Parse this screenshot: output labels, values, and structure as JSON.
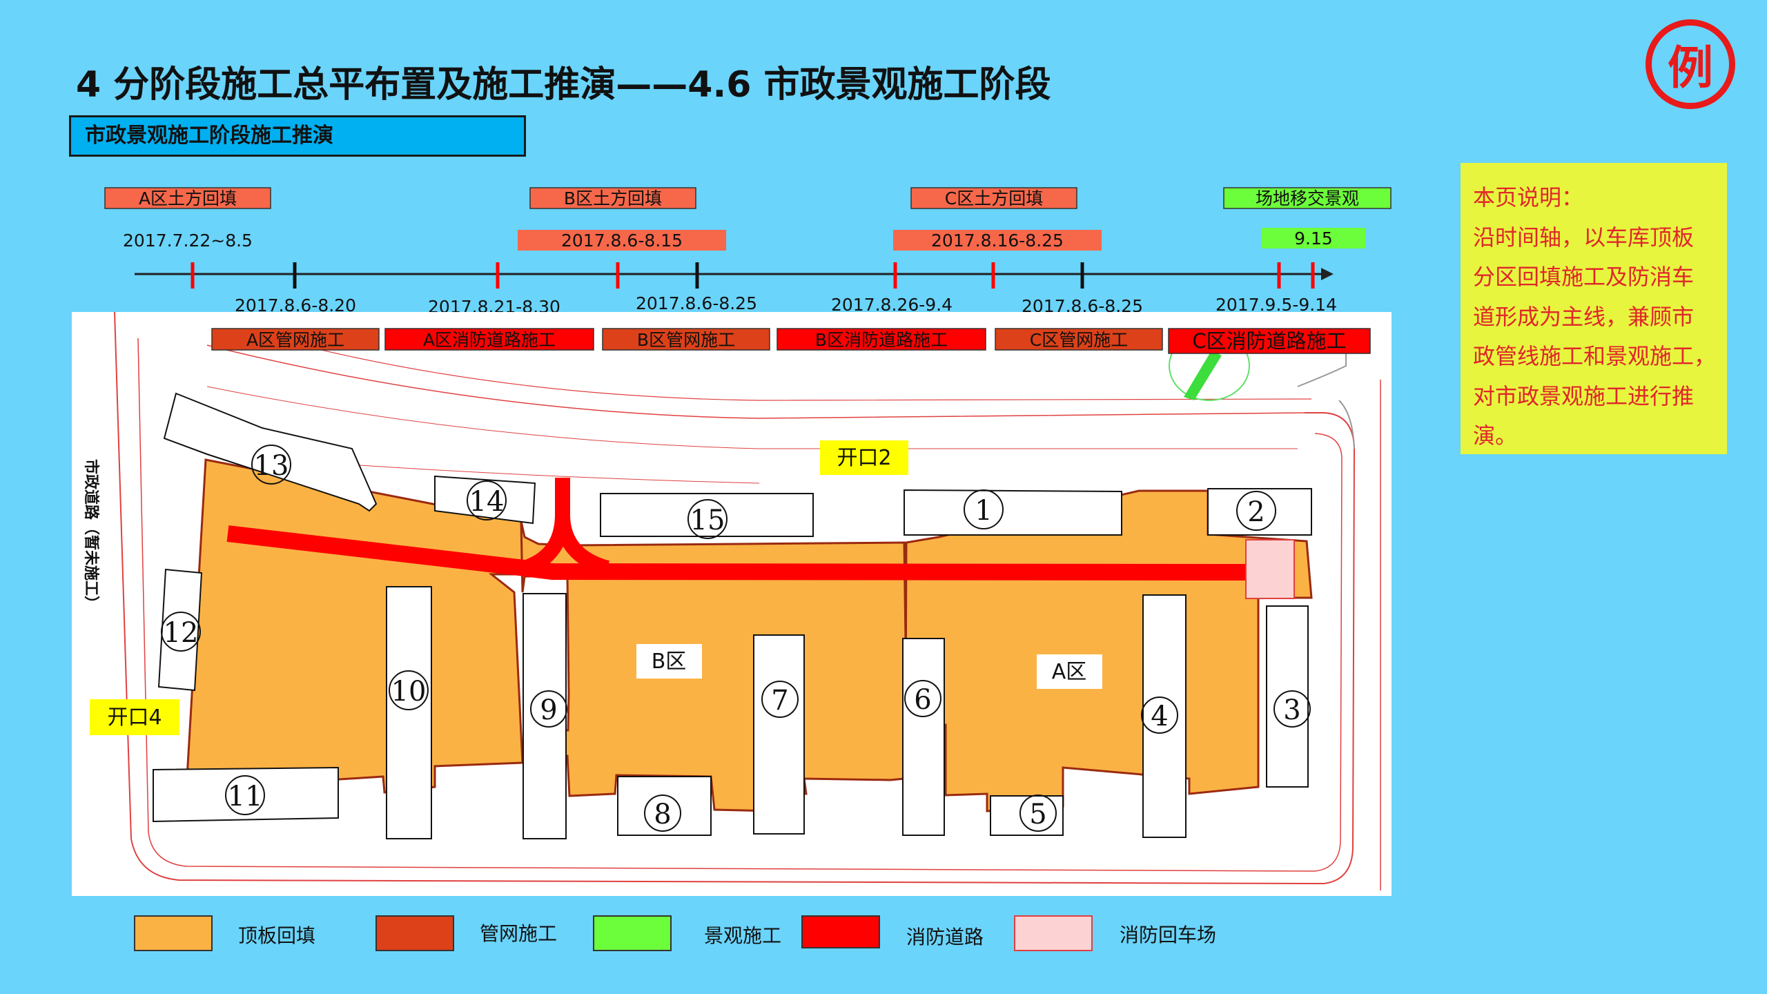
{
  "title": "4 分阶段施工总平布置及施工推演——4.6 市政景观施工阶段",
  "subtitle": "市政景观施工阶段施工推演",
  "badge": "例",
  "note": {
    "lines": [
      "本页说明：",
      "沿时间轴，以车库顶板",
      "分区回填施工及防消车",
      "道形成为主线，兼顾市",
      "政管线施工和景观施工，",
      "对市政景观施工进行推",
      "演。"
    ]
  },
  "timeline": {
    "top_labels": {
      "a_fill": "A区土方回填",
      "b_fill": "B区土方回填",
      "c_fill": "C区土方回填",
      "landscape": "场地移交景观"
    },
    "top_dates": {
      "a_fill": "2017.7.22~8.5",
      "b_fill": "2017.8.6-8.15",
      "c_fill": "2017.8.16-8.25",
      "landscape": "9.15"
    },
    "bottom_dates": {
      "a_pipe": "2017.8.6-8.20",
      "a_road": "2017.8.21-8.30",
      "b_pipe": "2017.8.6-8.25",
      "b_road": "2017.8.26-9.4",
      "c_pipe": "2017.8.6-8.25",
      "c_road": "2017.9.5-9.14"
    },
    "bottom_labels": {
      "a_pipe": "A区管网施工",
      "a_road": "A区消防道路施工",
      "b_pipe": "B区管网施工",
      "b_road": "B区消防道路施工",
      "c_pipe": "C区管网施工",
      "c_road": "C区消防道路施工"
    }
  },
  "site": {
    "road_label": "市政道路（暂未施工）",
    "openings": {
      "open2": "开口2",
      "open4": "开口4"
    },
    "zones": {
      "a": "A区",
      "b": "B区"
    },
    "buildings": [
      "1",
      "2",
      "3",
      "4",
      "5",
      "6",
      "7",
      "8",
      "9",
      "10",
      "11",
      "12",
      "13",
      "14",
      "15"
    ]
  },
  "legend": {
    "items": [
      {
        "label": "顶板回填",
        "color": "#fbb244"
      },
      {
        "label": "管网施工",
        "color": "#dd4119"
      },
      {
        "label": "景观施工",
        "color": "#6cfe3a"
      },
      {
        "label": "消防道路",
        "color": "#fe0000"
      },
      {
        "label": "消防回车场",
        "color": "#fcd2d2"
      }
    ]
  },
  "colors": {
    "background": "#6ad4fb",
    "fill": "#fbb244",
    "pipe": "#dd4119",
    "landscape": "#6cfe3a",
    "road": "#fe0000",
    "turnaround": "#fcd2d2",
    "note_bg": "#e7f53f",
    "note_text": "#e0262a",
    "subtitle_bg": "#00b0f0",
    "label_yellow": "#ffff00"
  }
}
